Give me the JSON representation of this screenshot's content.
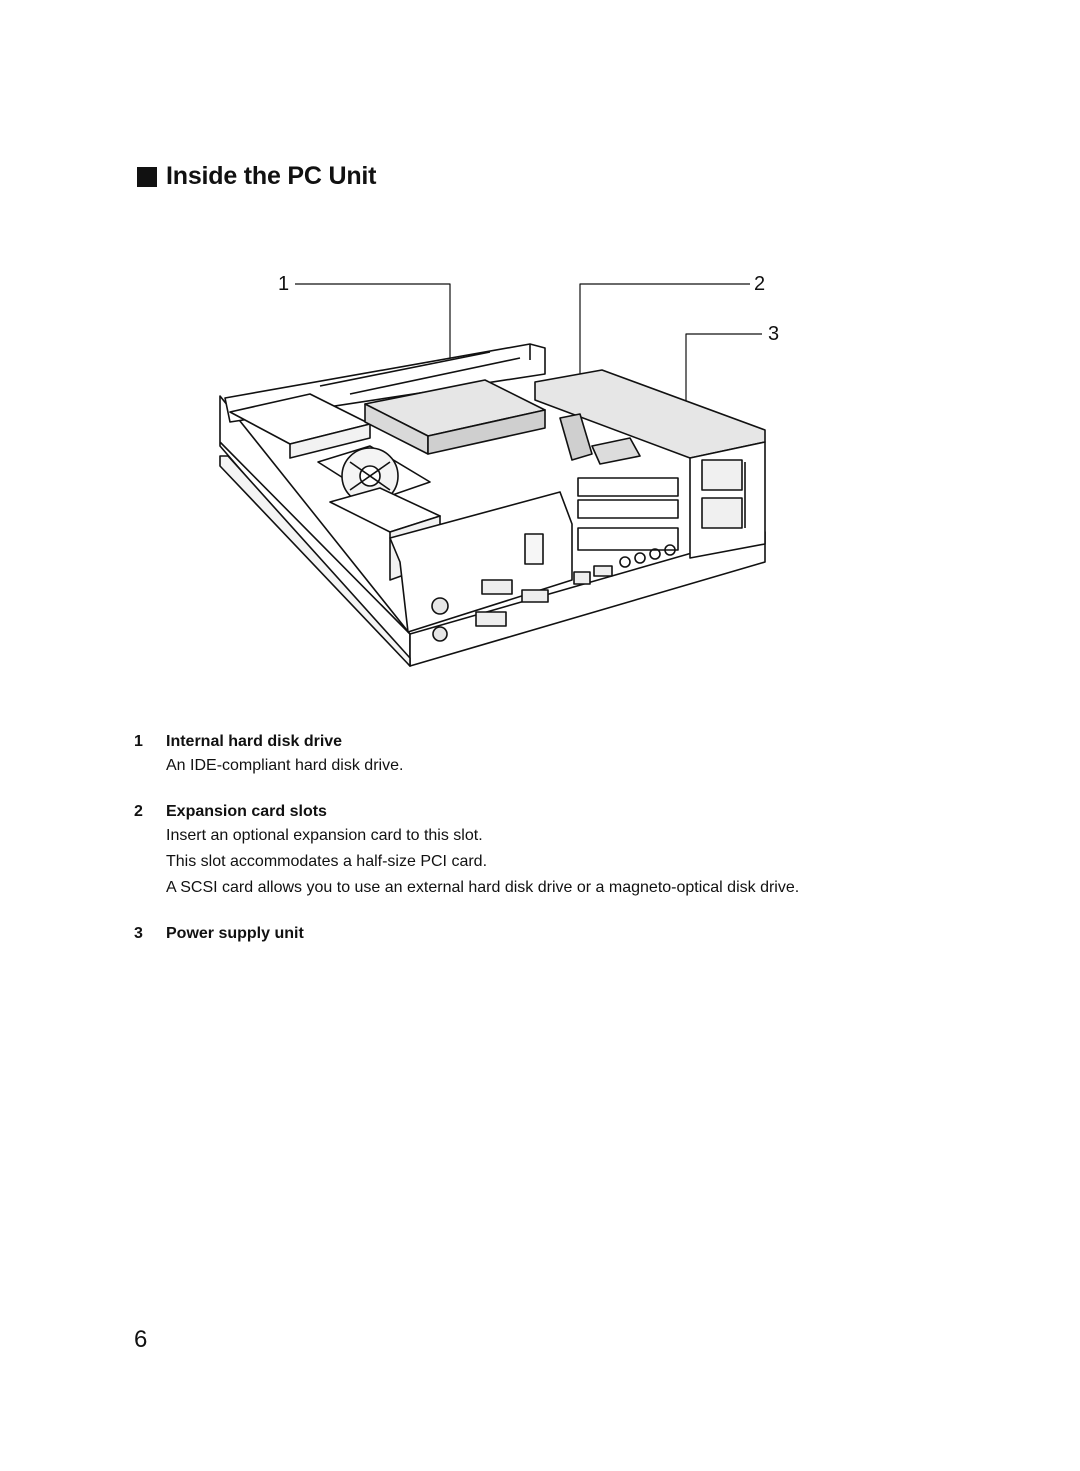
{
  "section": {
    "title": "Inside the PC Unit"
  },
  "figure": {
    "callouts": [
      "1",
      "2",
      "3"
    ],
    "colors": {
      "stroke": "#111111",
      "shade": "#e6e6e6",
      "fill": "#ffffff"
    }
  },
  "items": [
    {
      "number": "1",
      "title": "Internal hard disk drive",
      "lines": [
        "An IDE-compliant hard disk drive."
      ]
    },
    {
      "number": "2",
      "title": "Expansion card slots",
      "lines": [
        "Insert an optional expansion card to this slot.",
        "This slot accommodates a half-size PCI card.",
        "A SCSI card allows you to use an external hard disk drive or a magneto-optical disk drive."
      ]
    },
    {
      "number": "3",
      "title": "Power supply unit",
      "lines": []
    }
  ],
  "page": {
    "number": "6"
  }
}
